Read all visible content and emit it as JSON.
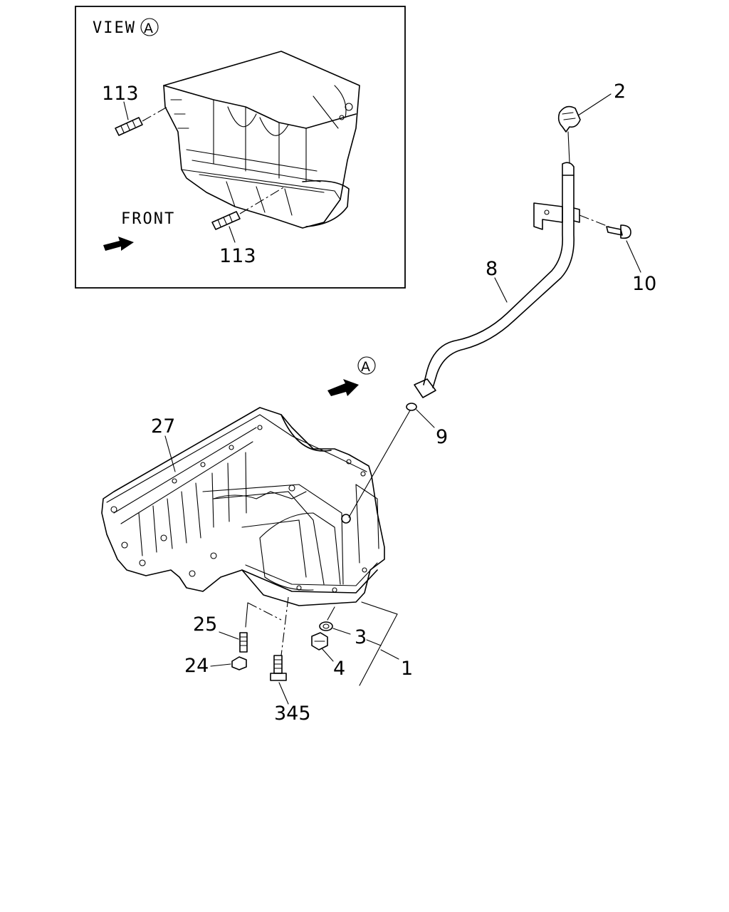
{
  "inset": {
    "view_label": "VIEW",
    "view_marker": "A",
    "front_label": "FRONT",
    "stud_top_label": "113",
    "stud_bottom_label": "113"
  },
  "main": {
    "view_arrow_marker": "A",
    "labels": {
      "dipstick": "2",
      "guide_tube": "8",
      "bolt": "10",
      "o_ring": "9",
      "oil_pan": "27",
      "stud": "25",
      "nut": "24",
      "washer": "3",
      "drain_plug": "4",
      "assembly": "1",
      "pan_bolt": "345"
    }
  }
}
